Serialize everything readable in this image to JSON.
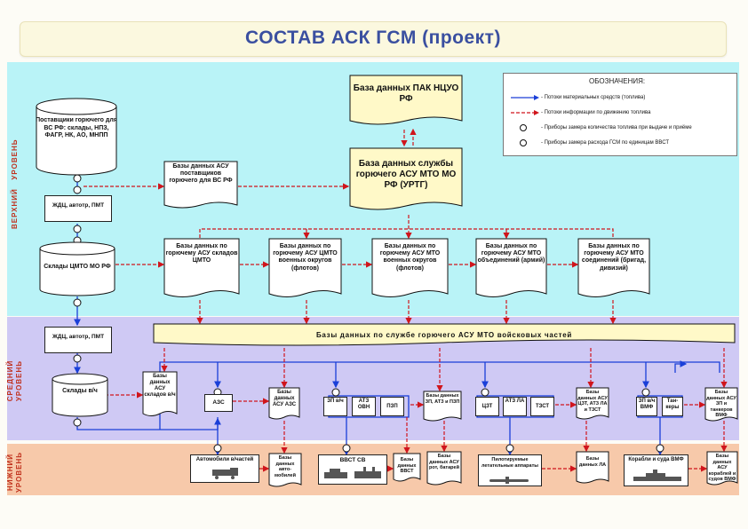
{
  "title": "СОСТАВ АСК ГСМ (проект)",
  "levels": {
    "top": "ВЕРХНИЙ   УРОВЕНЬ",
    "mid": "СРЕДНИЙ\nУРОВЕНЬ",
    "low": "НИЖНИЙ\nУРОВЕНЬ"
  },
  "legend": {
    "title": "ОБОЗНАЧЕНИЯ:",
    "items": [
      "- Потоки материальных средств (топлива)",
      "- Потоки информации  по движению топлива",
      "- Приборы замера количества топлива при выдаче и приёме",
      "- Приборы замера расхода ГСМ по единицам ВВСТ"
    ],
    "colors": {
      "material": "#1a3fd8",
      "info": "#d0151c"
    }
  },
  "top": {
    "pak": "База данных ПАК НЦУО РФ",
    "urtg": "База данных службы горючего АСУ МТО МО РФ (УРТГ)",
    "suppliers": "Поставщики горючего для ВС РФ: склады, НПЗ, ФАГР, НК, АО, МНПП",
    "db_suppliers": "Базы данных АСУ поставщиков горючего для ВС РФ",
    "rail1": "ЖДЦ, автотр, ПМТ",
    "cmto": "Склады ЦМТО МО РФ",
    "db_row": [
      "Базы данных по горючему АСУ складов ЦМТО",
      "Базы данных по горючему АСУ ЦМТО военных округов (флотов)",
      "Базы данных по горючему АСУ МТО военных округов (флотов)",
      "Базы данных по горючему АСУ МТО объединений (армий)",
      "Базы данных по горючему АСУ МТО соединений (бригад, дивизий)"
    ]
  },
  "mid": {
    "rail2": "ЖДЦ, автотр, ПМТ",
    "banner": "Базы данных по службе горючего АСУ МТО войсковых частей",
    "warehouse": "Склады в/ч",
    "db_wh": "Базы данных АСУ складов в/ч",
    "azs": "АЗС",
    "db_azs": "Базы данных АСУ АЗС",
    "zp": "ЗП в/ч",
    "atz_ovn": "АТЗ ОВН",
    "pzp": "ПЗП",
    "db_zp": "Базы данных ЗП, АТЗ и ПЗП",
    "cz": "ЦЗТ",
    "atz_la": "АТЗ ЛА",
    "tzs": "ТЗСТ",
    "db_cz": "Базы данных АСУ ЦЗТ, АТЗ ЛА и ТЗСТ",
    "zp_vmf": "ЗП в/ч ВМФ",
    "tankers": "Тан-керы",
    "db_tankers": "Базы данных АСУ ЗП и танкеров ВМФ"
  },
  "low": {
    "vehicles": "Автомобили в/частей",
    "db_vehicles": "Базы данных авто-мобилей",
    "vvst": "ВВСТ СВ",
    "db_vvst": "Базы данных ВВСТ",
    "db_rkt": "Базы данных АСУ рот, батарей",
    "aircraft": "Пилотируемые летательные аппараты",
    "db_la": "Базы данных ЛА",
    "ships": "Корабли и суда ВМФ",
    "db_ships": "Базы данных АСУ кораблей и судов ВМФ"
  }
}
